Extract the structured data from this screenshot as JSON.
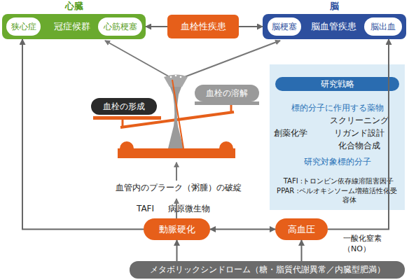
{
  "diagram": {
    "nodes": [
      {
        "text": [
          "心臓",
          "冠症候群"
        ]
      },
      {
        "text": [
          "狭心症"
        ],
        "in": 0
      },
      {
        "text": [
          "心筋梗塞"
        ],
        "in": 0
      },
      {
        "text": [
          "血栓性疾患"
        ]
      },
      {
        "text": [
          "脳",
          "脳血管疾患"
        ]
      },
      {
        "text": [
          "脳梗塞"
        ],
        "in": 4
      },
      {
        "text": [
          "脳出血"
        ],
        "in": 4
      },
      {
        "text": [
          "血栓の形成"
        ]
      },
      {
        "text": [
          "血栓の溶解"
        ]
      },
      {
        "text": [
          "標的分子に作用する薬物",
          "創薬化学",
          "スクリーニング リガンド設計 化合物合成",
          "研究対象標的分子",
          "TAFI :トロンビン依存線溶阻害因子",
          "PPAR :ペルオキシソーム増殖活性化受容体"
        ]
      },
      {
        "text": [
          "研究戦略"
        ],
        "in": 9
      },
      {
        "text": [
          "動脈硬化"
        ]
      },
      {
        "text": [
          "高血圧"
        ]
      },
      {
        "text": [
          "メタボリックシンドローム（糖・脂質代謝異常／内臓型肥満）"
        ]
      }
    ],
    "edges": [
      {
        "from": 3,
        "to": 0,
        "arrow": "to"
      },
      {
        "from": 3,
        "to": 4,
        "arrow": "to"
      },
      {
        "from": 11,
        "to": 0,
        "arrow": "to"
      },
      {
        "from": 12,
        "to": 4,
        "label": "一酸化窒素（NO）",
        "arrow": "to"
      },
      {
        "from": 11,
        "to": 12,
        "arrow": "both"
      },
      {
        "from": 13,
        "to": 11,
        "arrow": "to"
      },
      {
        "from": 13,
        "to": 12,
        "arrow": "to"
      }
    ],
    "labels": [
      "血管内のプラーク（粥腫）の破綻",
      "TAFI",
      "病原微生物"
    ]
  }
}
